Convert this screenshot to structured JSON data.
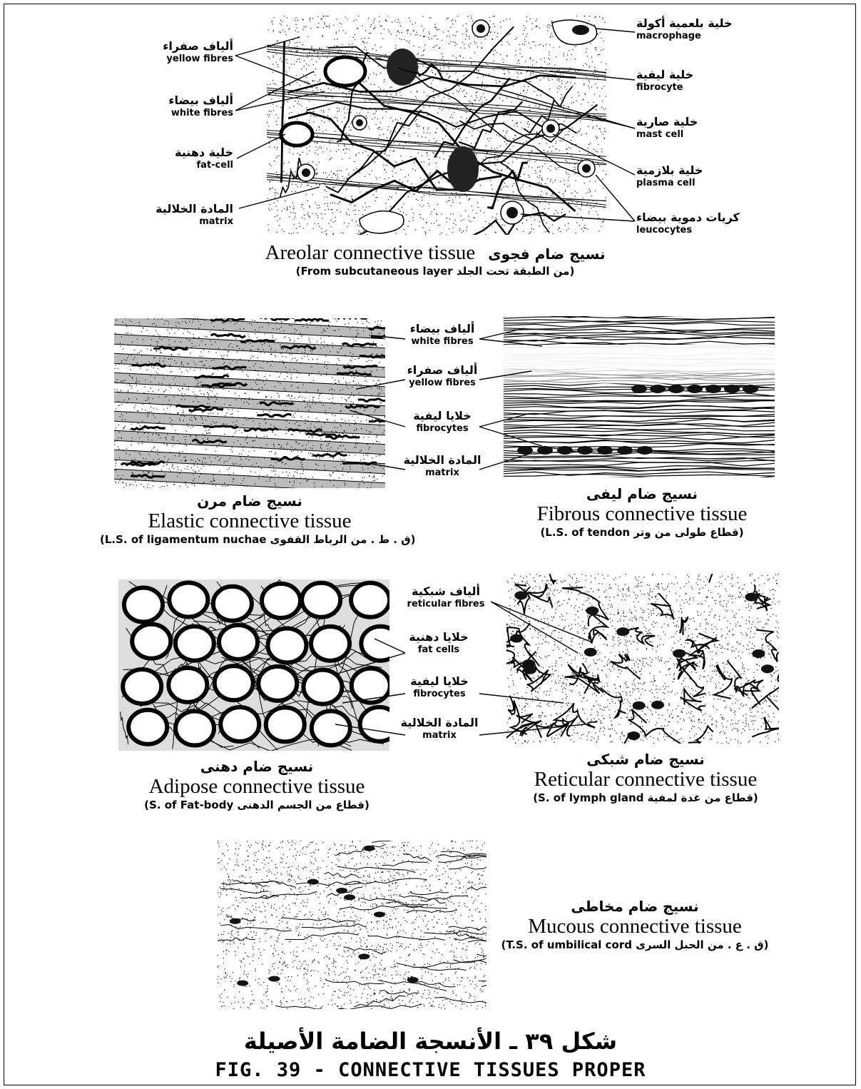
{
  "areolar": {
    "title_ar": "نسيج ضام فجوى",
    "title_en": "Areolar connective tissue",
    "subtitle": "(From subcutaneous layer   من الطبقة تحت الجلد)",
    "labels": {
      "yellow_fibres_ar": "ألياف صفراء",
      "yellow_fibres_en": "yellow fibres",
      "white_fibres_ar": "ألياف بيضاء",
      "white_fibres_en": "white fibres",
      "fat_cell_ar": "خلية دهنية",
      "fat_cell_en": "fat-cell",
      "matrix_ar": "المادة الخلالية",
      "matrix_en": "matrix",
      "macrophage_ar": "خلية بلعمية أكولة",
      "macrophage_en": "macrophage",
      "fibrocyte_ar": "خلية ليفية",
      "fibrocyte_en": "fibrocyte",
      "mast_cell_ar": "خلية صارية",
      "mast_cell_en": "mast cell",
      "plasma_cell_ar": "خلية بلازمية",
      "plasma_cell_en": "plasma cell",
      "leucocytes_ar": "كريات دموية بيضاء",
      "leucocytes_en": "leucocytes"
    }
  },
  "middle_labels": {
    "white_fibres_ar": "ألياف بيضاء",
    "white_fibres_en": "white fibres",
    "yellow_fibres_ar": "ألياف صفراء",
    "yellow_fibres_en": "yellow fibres",
    "fibrocytes_ar": "خلايا ليفية",
    "fibrocytes_en": "fibrocytes",
    "matrix_ar": "المادة الخلالية",
    "matrix_en": "matrix"
  },
  "elastic": {
    "title_ar": "نسيج ضام مرن",
    "title_en": "Elastic connective tissue",
    "subtitle": "(L.S. of ligamentum nuchae ق . ط . من الرباط القفوى)"
  },
  "fibrous": {
    "title_ar": "نسيج ضام ليفى",
    "title_en": "Fibrous connective tissue",
    "subtitle": "(L.S. of tendon قطاع طولى من وتر)"
  },
  "lower_labels": {
    "reticular_fibres_ar": "ألياف شبكية",
    "reticular_fibres_en": "reticular fibres",
    "fat_cells_ar": "خلايا دهنية",
    "fat_cells_en": "fat cells",
    "fibrocytes_ar": "خلايا ليفية",
    "fibrocytes_en": "fibrocytes",
    "matrix_ar": "المادة الخلالية",
    "matrix_en": "matrix"
  },
  "adipose": {
    "title_ar": "نسيج ضام دهنى",
    "title_en": "Adipose connective tissue",
    "subtitle": "(S. of Fat-body قطاع من الجسم الدهنى)"
  },
  "reticular": {
    "title_ar": "نسيج ضام شبكى",
    "title_en": "Reticular connective tissue",
    "subtitle": "(S. of lymph gland   قطاع من غدة لمفية)"
  },
  "mucous": {
    "title_ar": "نسيج ضام مخاطى",
    "title_en": "Mucous connective tissue",
    "subtitle": "(T.S. of umbilical cord ق . ع . من الحبل السرى)"
  },
  "figure": {
    "caption_ar": "شكل ٣٩ ـ الأنسجة الضامة الأصيلة",
    "caption_en": "FIG. 39 - CONNECTIVE TISSUES PROPER"
  }
}
